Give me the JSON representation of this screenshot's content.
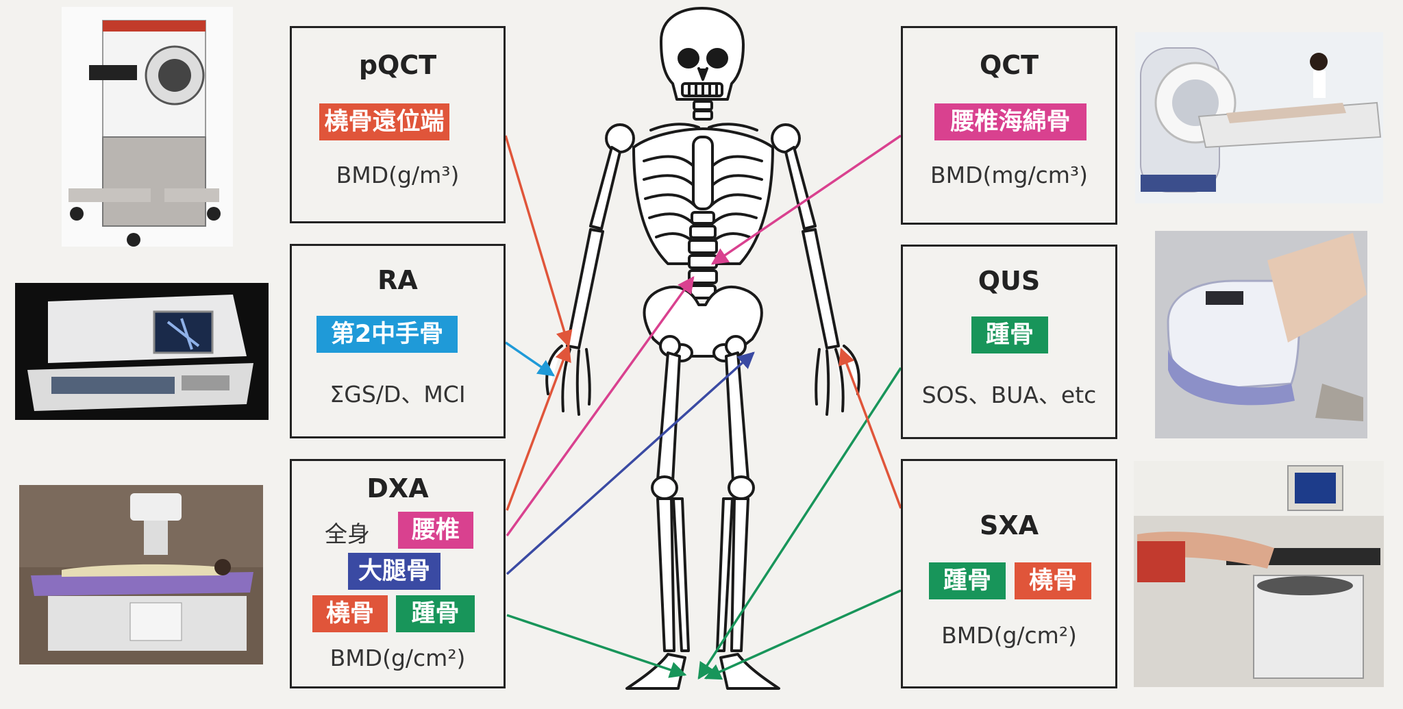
{
  "colors": {
    "red": "#e0553a",
    "pink": "#d9418f",
    "blue": "#1f9ad8",
    "navy": "#3a4aa3",
    "green": "#18955a"
  },
  "pqct": {
    "title": "pQCT",
    "tag": "橈骨遠位端",
    "unit": "BMD(g/m³)"
  },
  "ra": {
    "title": "RA",
    "tag": "第2中手骨",
    "unit": "ΣGS/D、MCI"
  },
  "dxa": {
    "title": "DXA",
    "whole_body": "全身",
    "tag_lumbar": "腰椎",
    "tag_femur": "大腿骨",
    "tag_radius": "橈骨",
    "tag_calcaneus": "踵骨",
    "unit": "BMD(g/cm²)"
  },
  "qct": {
    "title": "QCT",
    "tag": "腰椎海綿骨",
    "unit": "BMD(mg/cm³)"
  },
  "qus": {
    "title": "QUS",
    "tag": "踵骨",
    "unit": "SOS、BUA、etc"
  },
  "sxa": {
    "title": "SXA",
    "tag_calcaneus": "踵骨",
    "tag_radius": "橈骨",
    "unit": "BMD(g/cm²)"
  },
  "icons": {
    "pqct_device": "pqct-scanner-photo",
    "ra_device": "radiograph-workstation-photo",
    "dxa_device": "dxa-table-photo",
    "qct_device": "ct-scanner-photo",
    "qus_device": "ultrasound-heel-scanner-photo",
    "sxa_device": "sxa-heel-scanner-photo",
    "skeleton": "human-skeleton"
  }
}
